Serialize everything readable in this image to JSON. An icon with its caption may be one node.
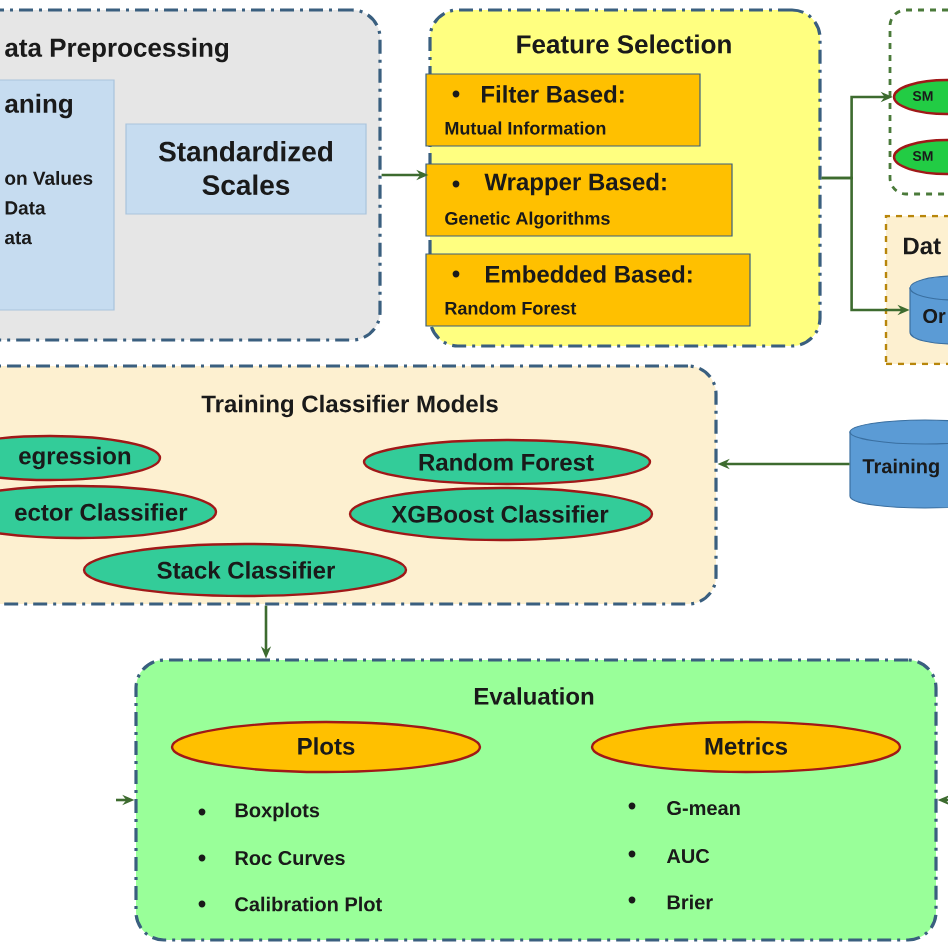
{
  "diagram": {
    "nodes": [
      {
        "text": [
          "ata Preprocessing"
        ]
      },
      {
        "text": [
          "aning",
          "on Values",
          "Data",
          "ata"
        ],
        "in": 0
      },
      {
        "text": [
          "Standardized Scales"
        ],
        "in": 0
      },
      {
        "text": [
          "Feature Selection"
        ]
      },
      {
        "text": [
          "Filter Based:",
          "Mutual Information"
        ],
        "in": 3
      },
      {
        "text": [
          "Wrapper Based:",
          "Genetic Algorithms"
        ],
        "in": 3
      },
      {
        "text": [
          "Embedded Based:",
          "Random Forest"
        ],
        "in": 3
      },
      {
        "text": [],
        "shape": "box"
      },
      {
        "text": [
          "SM"
        ],
        "in": 7
      },
      {
        "text": [
          "SM"
        ],
        "in": 7
      },
      {
        "text": [
          "Dat"
        ]
      },
      {
        "text": [
          "Or"
        ],
        "in": 10
      },
      {
        "text": [
          "Training Classifier Models"
        ]
      },
      {
        "text": [
          "egression"
        ],
        "in": 12
      },
      {
        "text": [
          "ector Classifier"
        ],
        "in": 12
      },
      {
        "text": [
          "Random Forest"
        ],
        "in": 12
      },
      {
        "text": [
          "XGBoost Classifier"
        ],
        "in": 12
      },
      {
        "text": [
          "Stack Classifier"
        ],
        "in": 12
      },
      {
        "text": [
          "Training"
        ]
      },
      {
        "text": [
          "Evaluation",
          "Boxplots",
          "Roc Curves",
          "Calibration Plot",
          "G-mean",
          "AUC",
          "Brier"
        ]
      },
      {
        "text": [
          "Plots"
        ],
        "in": 19
      },
      {
        "text": [
          "Metrics"
        ],
        "in": 19
      }
    ],
    "edges": [
      {
        "from": 0,
        "to": 3,
        "arrow": "to"
      },
      {
        "from": 3,
        "to": 8,
        "arrow": "to"
      },
      {
        "from": 3,
        "to": 11,
        "arrow": "to"
      },
      {
        "from": 18,
        "to": 12,
        "arrow": "to"
      },
      {
        "from": 12,
        "to": 19,
        "arrow": "to"
      },
      {
        "from": null,
        "to": 19,
        "arrow": "to"
      },
      {
        "from": null,
        "to": 19,
        "arrow": "to"
      }
    ]
  }
}
